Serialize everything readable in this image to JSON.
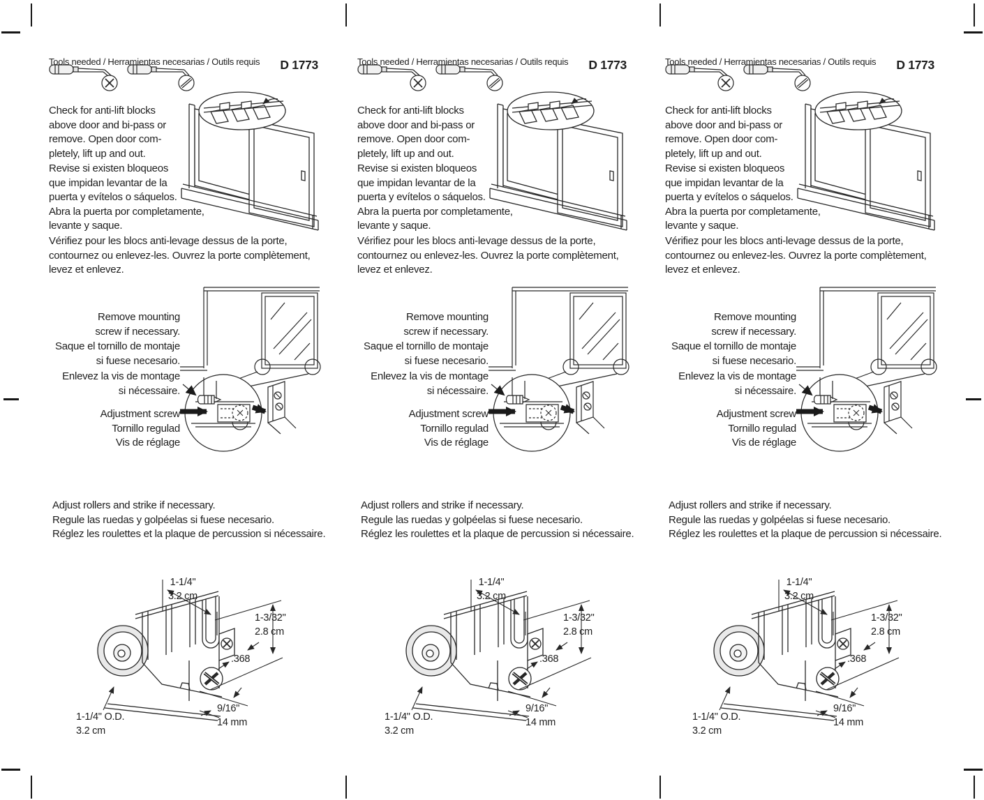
{
  "doc": {
    "panel_count": 3,
    "tools_label": "Tools needed / Herramientas necesarias / Outils requis",
    "part_number": "D 1773",
    "step1": {
      "en": "Check for anti-lift blocks\nabove door and bi-pass or\nremove. Open door com-\npletely, lift up and out.",
      "es": "Revise si existen bloqueos\nque impidan levantar de la\npuerta y evítelos o sáquelos.\nAbra la puerta por completamente,\nlevante y saque.",
      "fr": "Vérifiez pour les blocs anti-levage dessus de la porte,\ncontournez ou enlevez-les. Ouvrez la porte complètement,\nlevez et enlevez."
    },
    "step2": {
      "en": "Remove mounting\nscrew if necessary.",
      "es": "Saque el tornillo de montaje\nsi fuese necesario.",
      "fr": "Enlevez la vis de montage\nsi nécessaire.",
      "adjustment": "Adjustment screw\nTornillo regulad\nVis de réglage"
    },
    "step3": {
      "en": "Adjust rollers and strike if necessary.",
      "es": "Regule las ruedas y golpéelas si fuese necesario.",
      "fr": "Réglez les roulettes et la plaque de percussion si nécessaire."
    },
    "roller_dims": {
      "width": "1-1/4\"\n3.2 cm",
      "height": "1-3/32\"\n2.8 cm",
      "offset": ".368",
      "depth": "9/16\"\n14 mm",
      "od": "1-1/4\" O.D.\n3.2 cm"
    },
    "icons": {
      "phillips": "phillips-screwdriver-icon",
      "flathead": "flathead-screwdriver-icon"
    },
    "colors": {
      "ink": "#1d1d1d",
      "paper": "#ffffff"
    }
  }
}
